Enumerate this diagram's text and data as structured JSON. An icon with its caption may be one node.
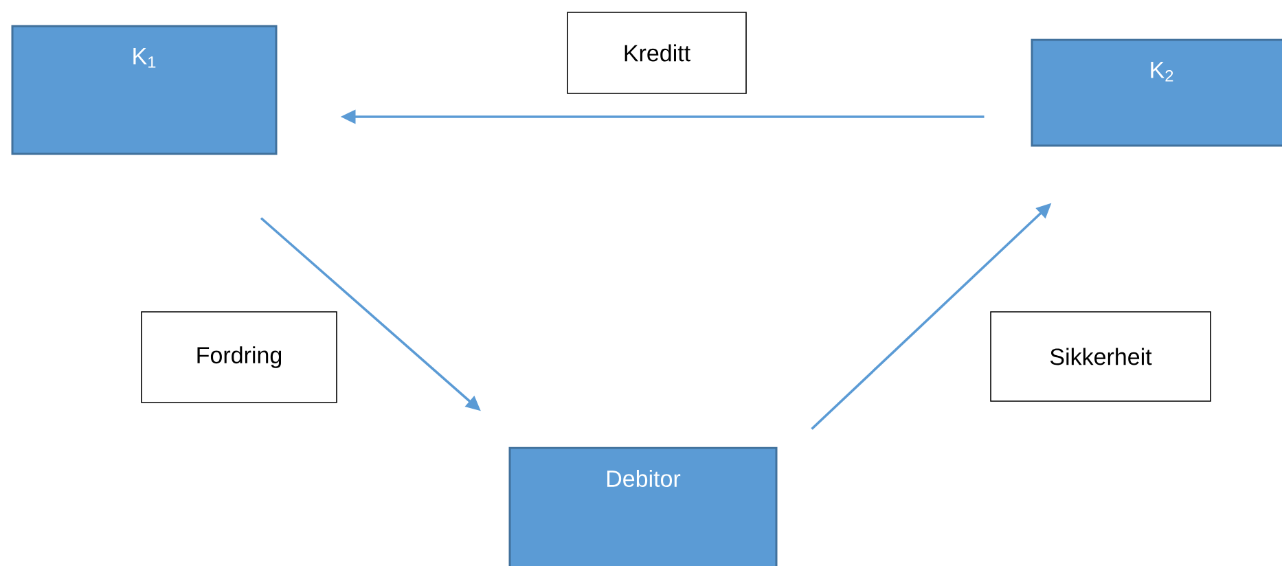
{
  "diagram": {
    "nodes": [
      {
        "text": [
          "K$_{1}$"
        ]
      },
      {
        "text": [
          "K$_{2}$"
        ]
      },
      {
        "text": [
          "Debitor"
        ]
      }
    ],
    "edges": [
      {
        "from": 1,
        "to": 0,
        "arrow": "to",
        "label": "Kreditt"
      },
      {
        "from": 0,
        "to": 2,
        "arrow": "to",
        "label": "Fordring"
      },
      {
        "from": 2,
        "to": 1,
        "arrow": "to",
        "label": "Sikkerheit"
      }
    ]
  }
}
